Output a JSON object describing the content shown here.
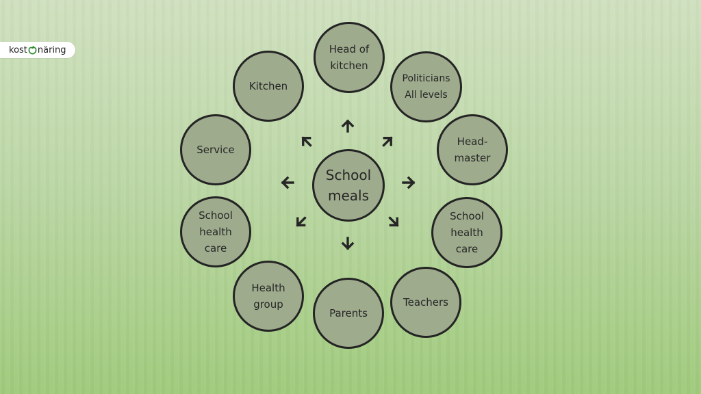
{
  "logo": {
    "text_left": "kost",
    "text_right": "näring",
    "brand_color": "#2e8b2e"
  },
  "center": {
    "label": "School\nmeals"
  },
  "nodes": [
    {
      "id": "head-of-kitchen",
      "label": "Head of\nkitchen"
    },
    {
      "id": "politicians",
      "label": "Politicians\nAll levels"
    },
    {
      "id": "headmaster",
      "label": "Head-\nmaster"
    },
    {
      "id": "school-health-care-right",
      "label": "School\nhealth\ncare"
    },
    {
      "id": "teachers",
      "label": "Teachers"
    },
    {
      "id": "parents",
      "label": "Parents"
    },
    {
      "id": "health-group",
      "label": "Health\ngroup"
    },
    {
      "id": "school-health-care-left",
      "label": "School\nhealth\ncare"
    },
    {
      "id": "service",
      "label": "Service"
    },
    {
      "id": "kitchen",
      "label": "Kitchen"
    }
  ],
  "colors": {
    "node_fill": "#9eab8d",
    "node_border": "#242424",
    "arrow": "#262626"
  }
}
